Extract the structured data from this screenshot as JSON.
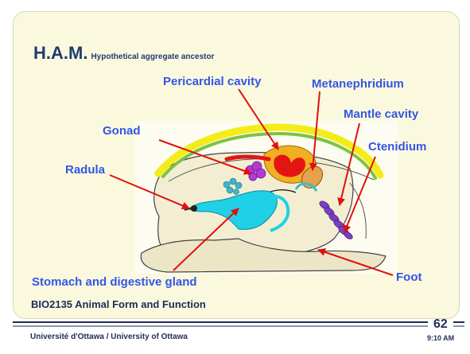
{
  "slide": {
    "title": "H.A.M.",
    "subtitle": "Hypothetical aggregate ancestor",
    "course": "BIO2135 Animal Form and Function",
    "footer": "Université d'Ottawa / University of Ottawa",
    "page_number": "62",
    "time": "9:10 AM"
  },
  "labels": {
    "pericardial_cavity": "Pericardial cavity",
    "metanephridium": "Metanephridium",
    "mantle_cavity": "Mantle cavity",
    "gonad": "Gonad",
    "ctenidium": "Ctenidium",
    "radula": "Radula",
    "stomach": "Stomach and digestive gland",
    "foot": "Foot"
  },
  "colors": {
    "label": "#3355e8",
    "arrow": "#e01010",
    "heading": "#1f3b73",
    "shell_yellow": "#f3ec1a",
    "shell_green": "#7ec242",
    "stomach_cyan": "#1fd0e6",
    "ctenidium_purple": "#7a3ec2",
    "heart_red": "#e51414",
    "pericardium_orange": "#f0b020"
  }
}
